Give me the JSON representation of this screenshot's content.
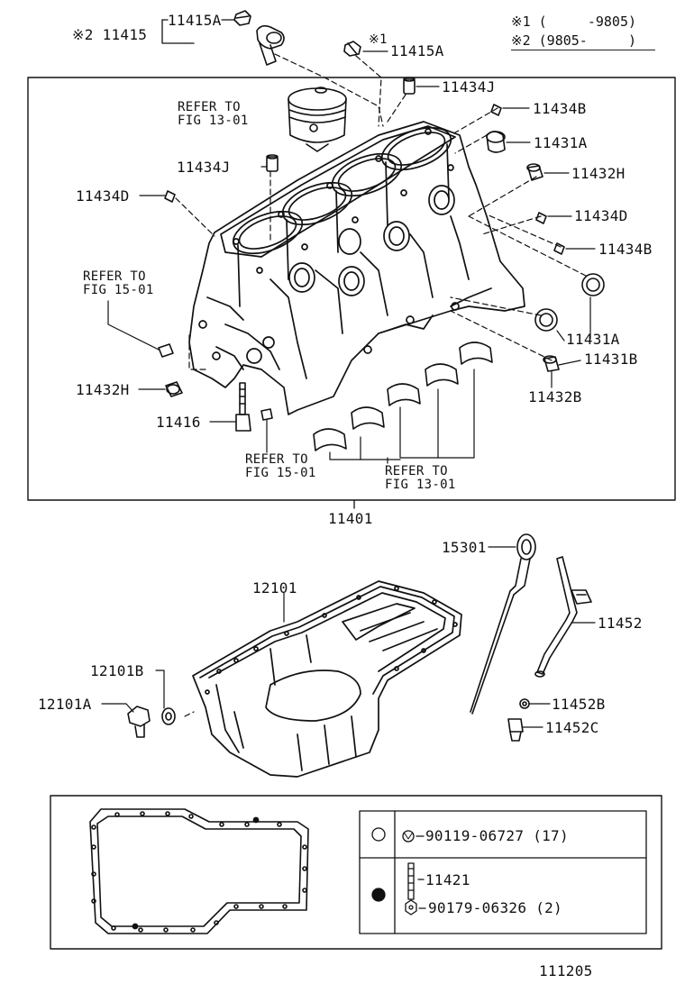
{
  "legend": {
    "row1": "※1 (     -9805)",
    "row2": "※2 (9805-     )"
  },
  "labels": {
    "l_2_11415": "※2 11415",
    "l_11415a_top": "11415A",
    "l_1_mark": "※1",
    "l_11415a_right": "11415A",
    "l_11434j_top": "11434J",
    "l_11434b_top": "11434B",
    "l_11431a_top": "11431A",
    "l_refer_13_top_1": "REFER TO",
    "l_refer_13_top_2": "FIG 13-01",
    "l_11434j_left": "11434J",
    "l_11432h_top": "11432H",
    "l_11434d_left": "11434D",
    "l_11434d_right": "11434D",
    "l_11434b_right": "11434B",
    "l_refer_15_left_1": "REFER TO",
    "l_refer_15_left_2": "FIG 15-01",
    "l_11431a_bottom": "11431A",
    "l_11431b": "11431B",
    "l_11432h_left": "11432H",
    "l_11432b": "11432B",
    "l_11416": "11416",
    "l_refer_15_bot_1": "REFER TO",
    "l_refer_15_bot_2": "FIG 15-01",
    "l_refer_13_bot_1": "REFER TO",
    "l_refer_13_bot_2": "FIG 13-01",
    "l_11401": "11401",
    "l_15301": "15301",
    "l_12101": "12101",
    "l_11452": "11452",
    "l_12101b": "12101B",
    "l_12101a": "12101A",
    "l_11452b": "11452B",
    "l_11452c": "11452C",
    "l_90119": "90119-06727 (17)",
    "l_11421": "11421",
    "l_90179": "90179-06326 (2)",
    "l_diagram_no": "111205"
  }
}
